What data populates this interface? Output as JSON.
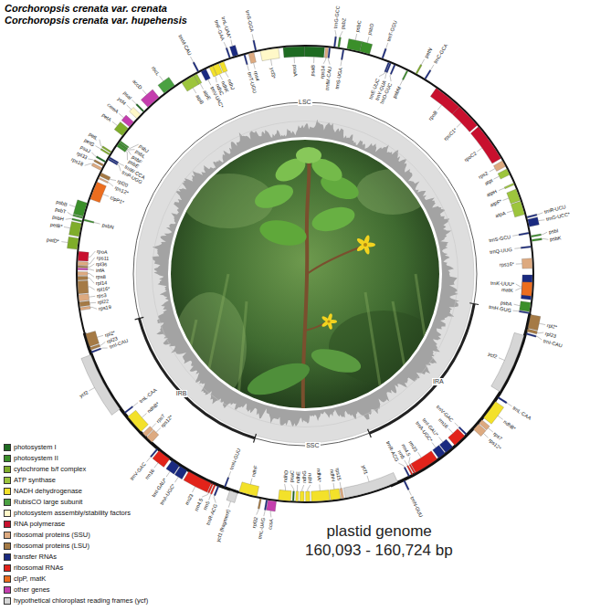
{
  "diagram": {
    "title": "Corchoropsis crenata var. crenata",
    "labels": [
      "Corchoropsis crenata var. hupehensis",
      "LSC",
      "IRA",
      "SSC",
      "IRB",
      "plastid genome",
      "160,093 - 160,724 bp",
      "trnH-GUG",
      "psbA",
      "trnK-UUU*",
      "matK",
      "rps16*",
      "trnQ-UUG",
      "psbK",
      "psbI",
      "trnS-GCU",
      "trnG-UCC*",
      "trnR-UCU",
      "atpA",
      "atpF*",
      "atpH",
      "atpI",
      "rps2",
      "rpoC2",
      "rpoC1*",
      "rpoB",
      "trnC-GCA",
      "petN",
      "psbM",
      "trnD-GUC",
      "trnY-GUA",
      "trnE-UUC",
      "trnT-GGU",
      "psbD",
      "psbC",
      "trnS-UGA",
      "psbZ",
      "trnG-GCC",
      "trnfM-CAU",
      "rps14",
      "psaB",
      "psaA",
      "ycf3*",
      "trnS-GGA",
      "rps4",
      "trnT-UGU",
      "trnL-UAA*",
      "trnF-GAA",
      "ndhJ",
      "ndhK",
      "ndhC",
      "trnV-UAC*",
      "trnM-CAU",
      "atpE",
      "atpB",
      "rbcL",
      "accD",
      "psaI",
      "ycf4",
      "cemA",
      "petA",
      "psbJ",
      "psbL",
      "psbF",
      "psbE",
      "petL",
      "petG",
      "trnW-CCA",
      "trnP-UGG",
      "psaJ",
      "rpl33",
      "rps18",
      "rpl20",
      "rps12*",
      "clpP1*",
      "psbB",
      "psbT",
      "psbN",
      "psbH",
      "petB*",
      "petD*",
      "rpoA",
      "rps11",
      "rpl36",
      "infA",
      "rps8",
      "rpl14",
      "rpl16*",
      "rps3",
      "rpl22",
      "rps19",
      "rpl2*",
      "rpl23",
      "trnI-CAU",
      "ycf2",
      "trnL-CAA",
      "ndhB*",
      "rps7",
      "rps12*",
      "trnV-GAC",
      "rrn16",
      "trnI-GAU*",
      "trnA-UGC*",
      "rrn23",
      "rrn4.5",
      "rrn5",
      "trnR-ACG",
      "trnN-GUU",
      "ycf1 (fragment)",
      "ycf1",
      "rps15",
      "ndhH",
      "ndhA*",
      "ndhI",
      "ndhG",
      "ndhE",
      "psaC",
      "ndhD",
      "ccsA",
      "trnL-UAG",
      "rpl32",
      "ndhF",
      "rpl2*",
      "rpl23",
      "trnI-CAU",
      "ycf2",
      "trnL-CAA",
      "ndhB*",
      "rps7",
      "rps12*",
      "trnV-GAC",
      "rrn16",
      "trnI-GAU*",
      "trnA-UGC*",
      "rrn23",
      "rrn4.5",
      "rrn5",
      "trnR-ACG",
      "trnN-GUU"
    ],
    "legend": [
      {
        "text": "photosystem I",
        "color": "#1e6b22"
      },
      {
        "text": "photosystem II",
        "color": "#3b8f2a"
      },
      {
        "text": "cytochrome b/f complex",
        "color": "#7fad2a"
      },
      {
        "text": "ATP synthase",
        "color": "#9dc53d"
      },
      {
        "text": "NADH dehydrogenase",
        "color": "#f3e12a"
      },
      {
        "text": "RubisCO large subunit",
        "color": "#4aa142"
      },
      {
        "text": "photosystem assembly/stability factors",
        "color": "#fff8c8"
      },
      {
        "text": "RNA polymerase",
        "color": "#c8102e"
      },
      {
        "text": "ribosomal proteins (SSU)",
        "color": "#ddaa80"
      },
      {
        "text": "ribosomal proteins (LSU)",
        "color": "#a57a45"
      },
      {
        "text": "transfer RNAs",
        "color": "#1a2a80"
      },
      {
        "text": "ribosomal RNAs",
        "color": "#e2231a"
      },
      {
        "text": "clpP, matK",
        "color": "#ec6d1e"
      },
      {
        "text": "other genes",
        "color": "#c43eae"
      },
      {
        "text": "hypothetical chloroplast reading frames (ycf)",
        "color": "#d6d6d6"
      }
    ]
  }
}
